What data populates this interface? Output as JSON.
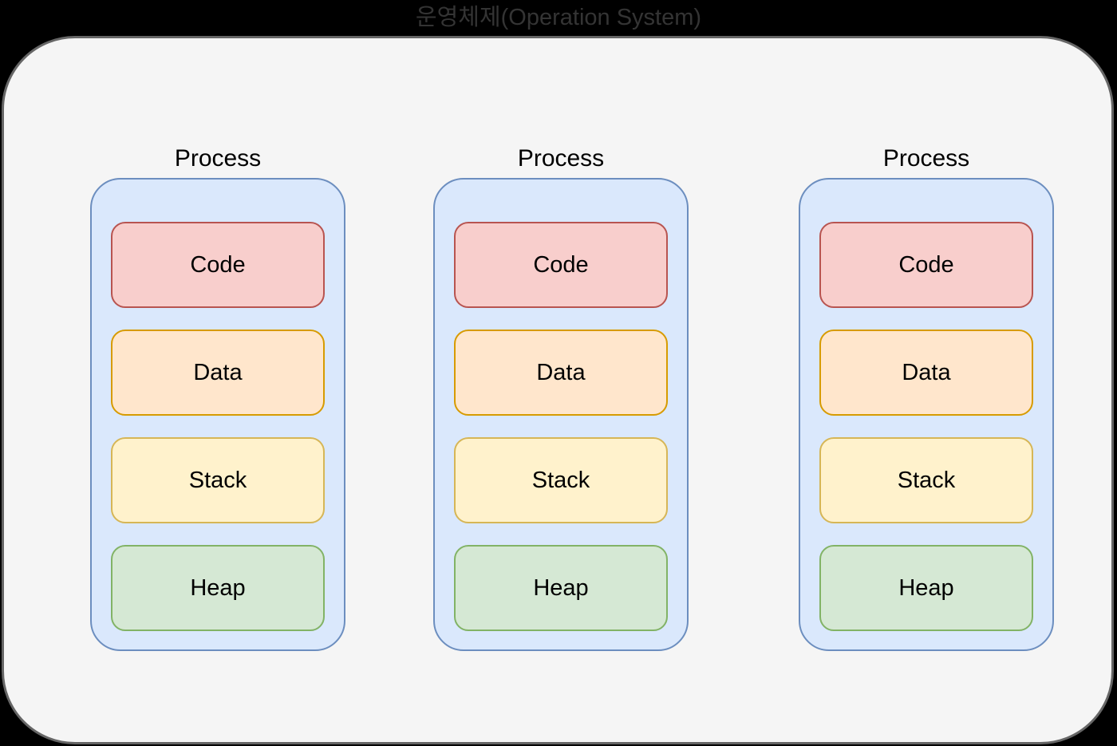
{
  "title": "운영체제(Operation System)",
  "os_container": {
    "fill": "#f5f5f5",
    "stroke": "#666666",
    "background": "#000000",
    "title_color": "#343434"
  },
  "processes": [
    {
      "label": "Process",
      "box": {
        "fill": "#dae8fc",
        "stroke": "#6c8ebf"
      },
      "segments": [
        {
          "label": "Code",
          "fill": "#f8cecc",
          "stroke": "#b85450"
        },
        {
          "label": "Data",
          "fill": "#ffe6cc",
          "stroke": "#d79b00"
        },
        {
          "label": "Stack",
          "fill": "#fff2cc",
          "stroke": "#d6b656"
        },
        {
          "label": "Heap",
          "fill": "#d5e8d4",
          "stroke": "#82b366"
        }
      ]
    },
    {
      "label": "Process",
      "box": {
        "fill": "#dae8fc",
        "stroke": "#6c8ebf"
      },
      "segments": [
        {
          "label": "Code",
          "fill": "#f8cecc",
          "stroke": "#b85450"
        },
        {
          "label": "Data",
          "fill": "#ffe6cc",
          "stroke": "#d79b00"
        },
        {
          "label": "Stack",
          "fill": "#fff2cc",
          "stroke": "#d6b656"
        },
        {
          "label": "Heap",
          "fill": "#d5e8d4",
          "stroke": "#82b366"
        }
      ]
    },
    {
      "label": "Process",
      "box": {
        "fill": "#dae8fc",
        "stroke": "#6c8ebf"
      },
      "segments": [
        {
          "label": "Code",
          "fill": "#f8cecc",
          "stroke": "#b85450"
        },
        {
          "label": "Data",
          "fill": "#ffe6cc",
          "stroke": "#d79b00"
        },
        {
          "label": "Stack",
          "fill": "#fff2cc",
          "stroke": "#d6b656"
        },
        {
          "label": "Heap",
          "fill": "#d5e8d4",
          "stroke": "#82b366"
        }
      ]
    }
  ]
}
